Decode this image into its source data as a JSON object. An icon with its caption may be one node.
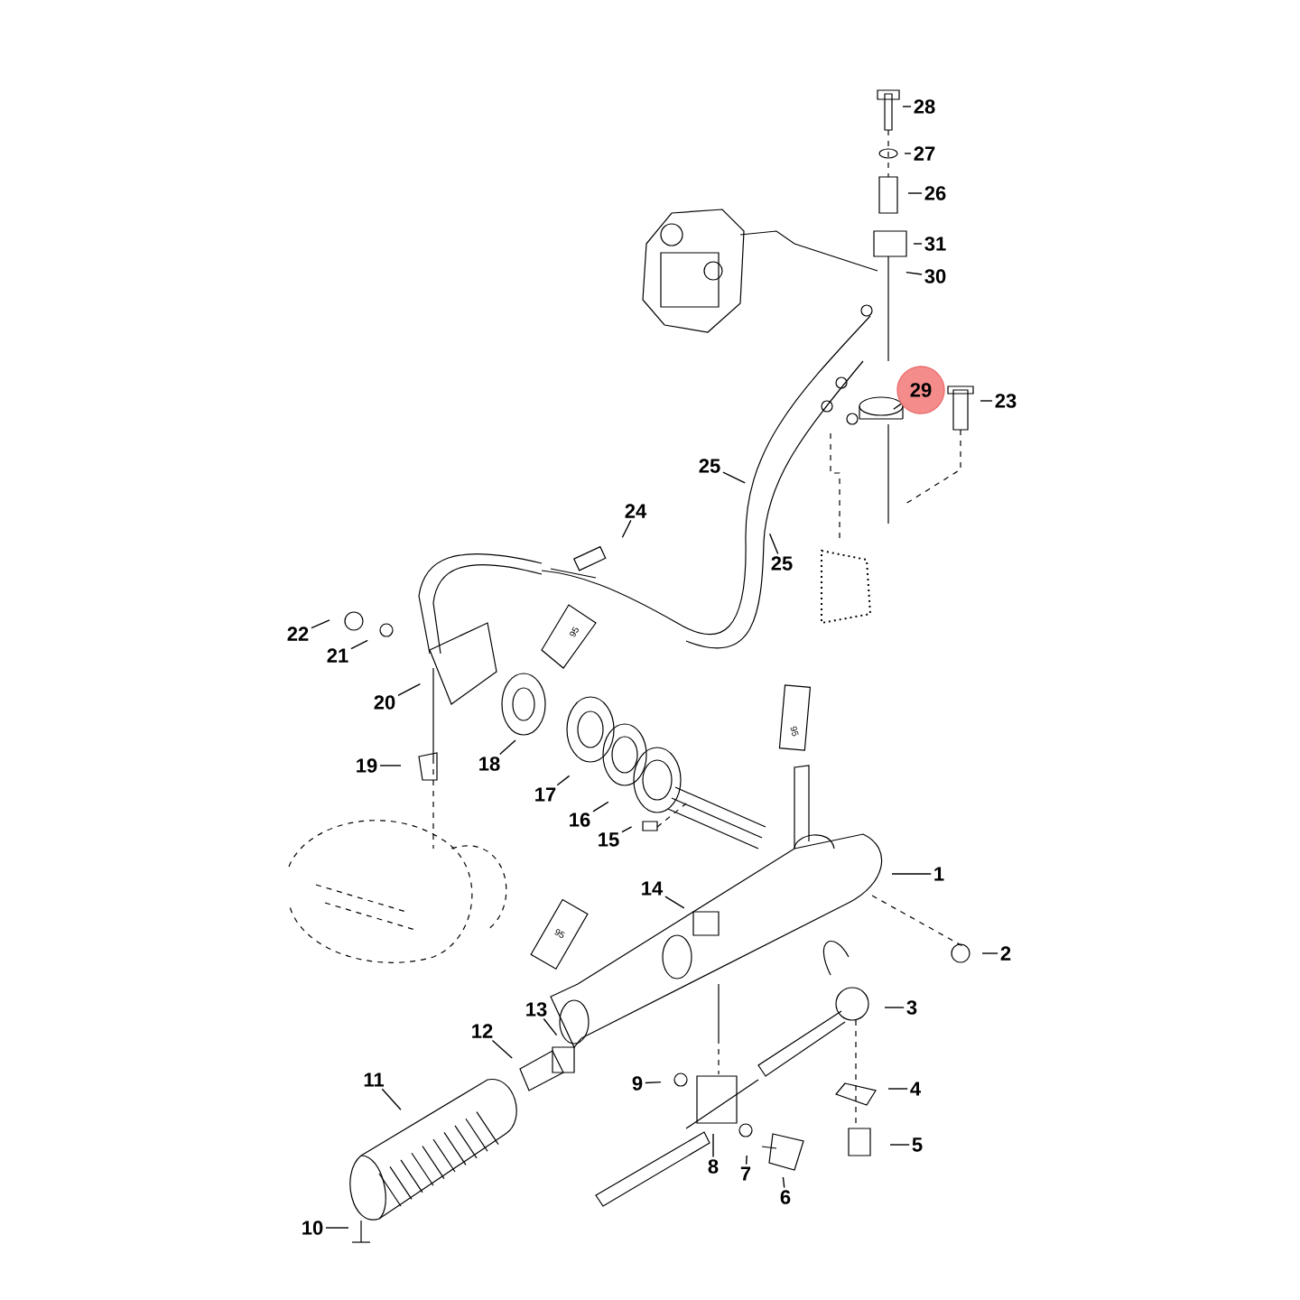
{
  "diagram": {
    "nodes": [
      {
        "text": [
          "28"
        ]
      },
      {
        "text": [
          "27"
        ]
      },
      {
        "text": [
          "26"
        ]
      },
      {
        "text": [
          "31"
        ]
      },
      {
        "text": [
          "30"
        ]
      },
      {
        "text": [
          "29"
        ]
      },
      {
        "text": [
          "23"
        ]
      },
      {
        "text": [
          "25"
        ]
      },
      {
        "text": [
          "25"
        ]
      },
      {
        "text": [
          "24"
        ]
      },
      {
        "text": [
          "22"
        ]
      },
      {
        "text": [
          "21"
        ]
      },
      {
        "text": [
          "20"
        ]
      },
      {
        "text": [
          "19"
        ]
      },
      {
        "text": [
          "18"
        ]
      },
      {
        "text": [
          "17"
        ]
      },
      {
        "text": [
          "16"
        ]
      },
      {
        "text": [
          "15"
        ]
      },
      {
        "text": [
          "14"
        ]
      },
      {
        "text": [
          "1"
        ]
      },
      {
        "text": [
          "2"
        ]
      },
      {
        "text": [
          "3"
        ]
      },
      {
        "text": [
          "4"
        ]
      },
      {
        "text": [
          "5"
        ]
      },
      {
        "text": [
          "6"
        ]
      },
      {
        "text": [
          "7"
        ]
      },
      {
        "text": [
          "8"
        ]
      },
      {
        "text": [
          "9"
        ]
      },
      {
        "text": [
          "10"
        ]
      },
      {
        "text": [
          "11"
        ]
      },
      {
        "text": [
          "12"
        ]
      },
      {
        "text": [
          "13"
        ]
      }
    ],
    "edges": [
      {
        "from": 0,
        "to": null,
        "arrow": "none"
      },
      {
        "from": 1,
        "to": null,
        "arrow": "none"
      },
      {
        "from": 2,
        "to": null,
        "arrow": "none"
      },
      {
        "from": 3,
        "to": null,
        "arrow": "none"
      },
      {
        "from": 4,
        "to": null,
        "arrow": "none"
      },
      {
        "from": 5,
        "to": null,
        "arrow": "none"
      },
      {
        "from": 6,
        "to": null,
        "arrow": "none"
      },
      {
        "from": 7,
        "to": null,
        "arrow": "none"
      },
      {
        "from": 8,
        "to": null,
        "arrow": "none"
      },
      {
        "from": 9,
        "to": null,
        "arrow": "none"
      },
      {
        "from": 10,
        "to": null,
        "arrow": "none"
      },
      {
        "from": 11,
        "to": null,
        "arrow": "none"
      },
      {
        "from": 12,
        "to": null,
        "arrow": "none"
      },
      {
        "from": 13,
        "to": null,
        "arrow": "none"
      },
      {
        "from": 14,
        "to": null,
        "arrow": "none"
      },
      {
        "from": 15,
        "to": null,
        "arrow": "none"
      },
      {
        "from": 16,
        "to": null,
        "arrow": "none"
      },
      {
        "from": 17,
        "to": null,
        "arrow": "none"
      },
      {
        "from": 18,
        "to": null,
        "arrow": "none"
      },
      {
        "from": 19,
        "to": null,
        "arrow": "none"
      },
      {
        "from": 20,
        "to": null,
        "arrow": "none"
      },
      {
        "from": 21,
        "to": null,
        "arrow": "none"
      },
      {
        "from": 22,
        "to": null,
        "arrow": "none"
      },
      {
        "from": 23,
        "to": null,
        "arrow": "none"
      },
      {
        "from": 24,
        "to": null,
        "arrow": "none"
      },
      {
        "from": 25,
        "to": null,
        "arrow": "none"
      },
      {
        "from": 26,
        "to": null,
        "arrow": "none"
      },
      {
        "from": 27,
        "to": null,
        "arrow": "none"
      },
      {
        "from": 28,
        "to": null,
        "arrow": "none"
      },
      {
        "from": 29,
        "to": null,
        "arrow": "none"
      },
      {
        "from": 30,
        "to": null,
        "arrow": "none"
      },
      {
        "from": 31,
        "to": null,
        "arrow": "none"
      }
    ],
    "labels": [
      "95",
      "95",
      "95"
    ]
  }
}
